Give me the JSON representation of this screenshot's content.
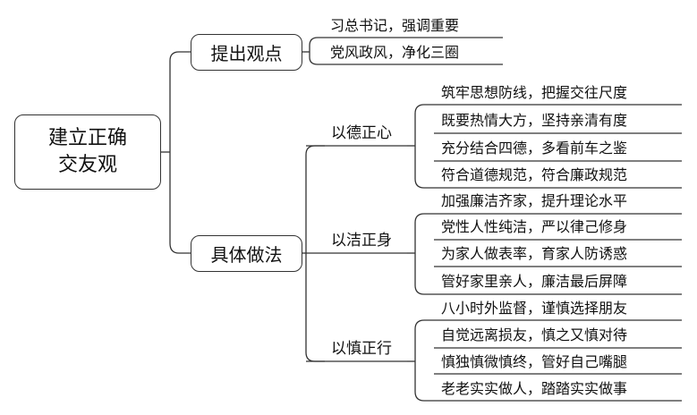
{
  "root": {
    "label": "建立正确\n交友观"
  },
  "branches": [
    {
      "label": "提出观点",
      "items": [
        "习总书记，强调重要",
        "党风政风，净化三圈"
      ]
    },
    {
      "label": "具体做法",
      "groups": [
        {
          "label": "以德正心",
          "items": [
            "筑牢思想防线，把握交往尺度",
            "既要热情大方，坚持亲清有度",
            "充分结合四德，多看前车之鉴",
            "符合道德规范，符合廉政规范"
          ]
        },
        {
          "label": "以洁正身",
          "items": [
            "加强廉洁齐家，提升理论水平",
            "党性人性纯洁，严以律己修身",
            "为家人做表率，育家人防诱惑",
            "管好家里亲人，廉洁最后屏障"
          ]
        },
        {
          "label": "以慎正行",
          "items": [
            "八小时外监督，谨慎选择朋友",
            "自觉远离损友，慎之又慎对待",
            "慎独慎微慎终，管好自己嘴腿",
            "老老实实做人，踏踏实实做事"
          ]
        }
      ]
    }
  ]
}
